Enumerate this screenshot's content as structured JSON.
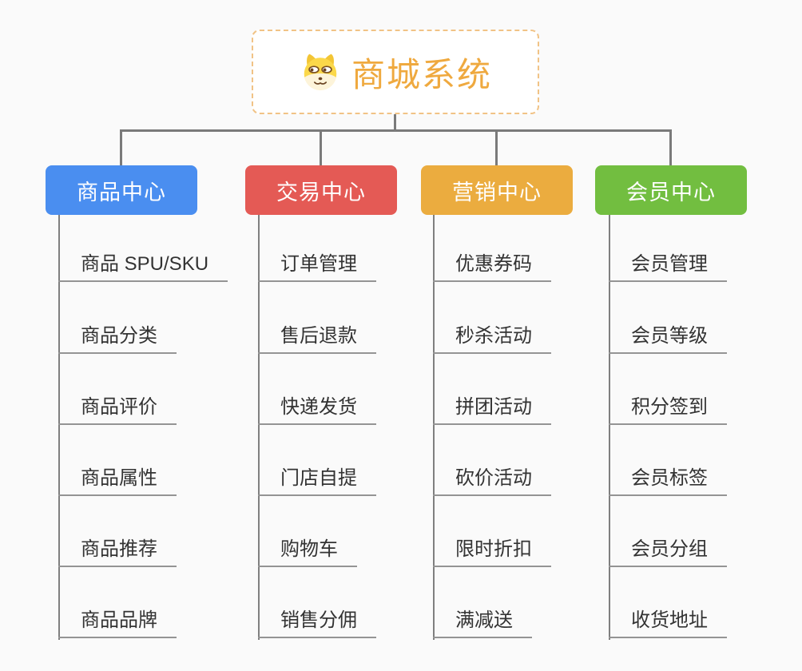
{
  "root": {
    "title": "商城系统",
    "icon": "doge-icon"
  },
  "branches": [
    {
      "label": "商品中心",
      "color": "#4a8ef0",
      "children": [
        "商品 SPU/SKU",
        "商品分类",
        "商品评价",
        "商品属性",
        "商品推荐",
        "商品品牌"
      ]
    },
    {
      "label": "交易中心",
      "color": "#e45a55",
      "children": [
        "订单管理",
        "售后退款",
        "快递发货",
        "门店自提",
        "购物车",
        "销售分佣"
      ]
    },
    {
      "label": "营销中心",
      "color": "#ebac3f",
      "children": [
        "优惠券码",
        "秒杀活动",
        "拼团活动",
        "砍价活动",
        "限时折扣",
        "满减送"
      ]
    },
    {
      "label": "会员中心",
      "color": "#72be40",
      "children": [
        "会员管理",
        "会员等级",
        "积分签到",
        "会员标签",
        "会员分组",
        "收货地址"
      ]
    }
  ],
  "colors": {
    "background": "#fafafa",
    "connector": "#7a7a7a",
    "leaf_underline": "#949494",
    "leaf_text": "#333333",
    "root_text": "#efa93f",
    "root_border": "#f1c386",
    "root_background": "#ffffff"
  }
}
